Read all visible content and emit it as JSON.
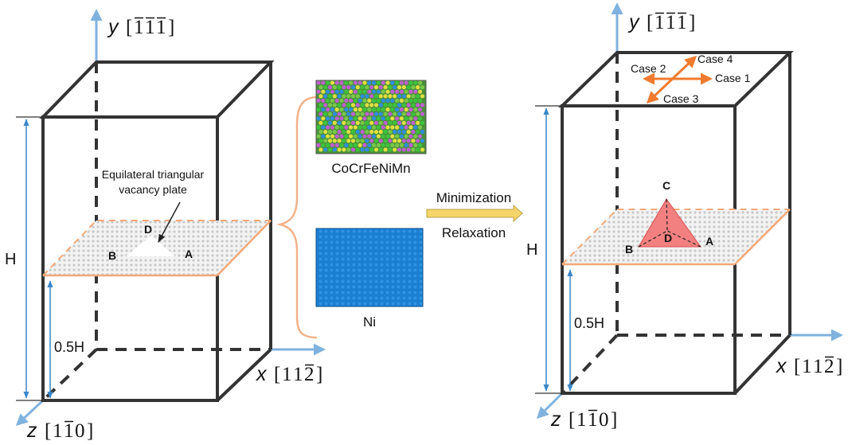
{
  "left_panel": {
    "axis_y": {
      "var": "y",
      "dir": "[1 1 1]",
      "digits": [
        "1",
        "1",
        "1"
      ],
      "overbar": [
        true,
        true,
        true
      ]
    },
    "axis_x": {
      "var": "x",
      "digits": [
        "1",
        "1",
        "2"
      ],
      "overbar": [
        false,
        false,
        true
      ]
    },
    "axis_z": {
      "var": "z",
      "digits": [
        "1",
        "1",
        "0"
      ],
      "overbar": [
        false,
        true,
        false
      ]
    },
    "height_label": "H",
    "half_height_label": "0.5H",
    "annotation_line1": "Equilateral triangular",
    "annotation_line2": "vacancy plate",
    "points": {
      "a": "A",
      "b": "B",
      "d": "D"
    }
  },
  "middle": {
    "alloy_label": "CoCrFeNiMn",
    "pure_label": "Ni",
    "arrow_top_label": "Minimization",
    "arrow_bottom_label": "Relaxation",
    "colors": {
      "brace": "#f3b28a",
      "arrow": "#f5d569",
      "ni_blue": "#1a7fd1",
      "alloy": [
        "#3cc43c",
        "#e0e040",
        "#c05fd0",
        "#2e8fe0",
        "#7ac84a"
      ]
    }
  },
  "right_panel": {
    "axis_y": {
      "var": "y",
      "digits": [
        "1",
        "1",
        "1"
      ],
      "overbar": [
        true,
        true,
        true
      ]
    },
    "axis_x": {
      "var": "x",
      "digits": [
        "1",
        "1",
        "2"
      ],
      "overbar": [
        false,
        false,
        true
      ]
    },
    "axis_z": {
      "var": "z",
      "digits": [
        "1",
        "1",
        "0"
      ],
      "overbar": [
        false,
        true,
        false
      ]
    },
    "height_label": "H",
    "half_height_label": "0.5H",
    "cases": {
      "case1": "Case 1",
      "case2": "Case 2",
      "case3": "Case 3",
      "case4": "Case 4"
    },
    "points": {
      "a": "A",
      "b": "B",
      "c": "C",
      "d": "D"
    },
    "colors": {
      "tetrahedron": "#f28080",
      "case_arrow": "#f07b2e"
    }
  }
}
